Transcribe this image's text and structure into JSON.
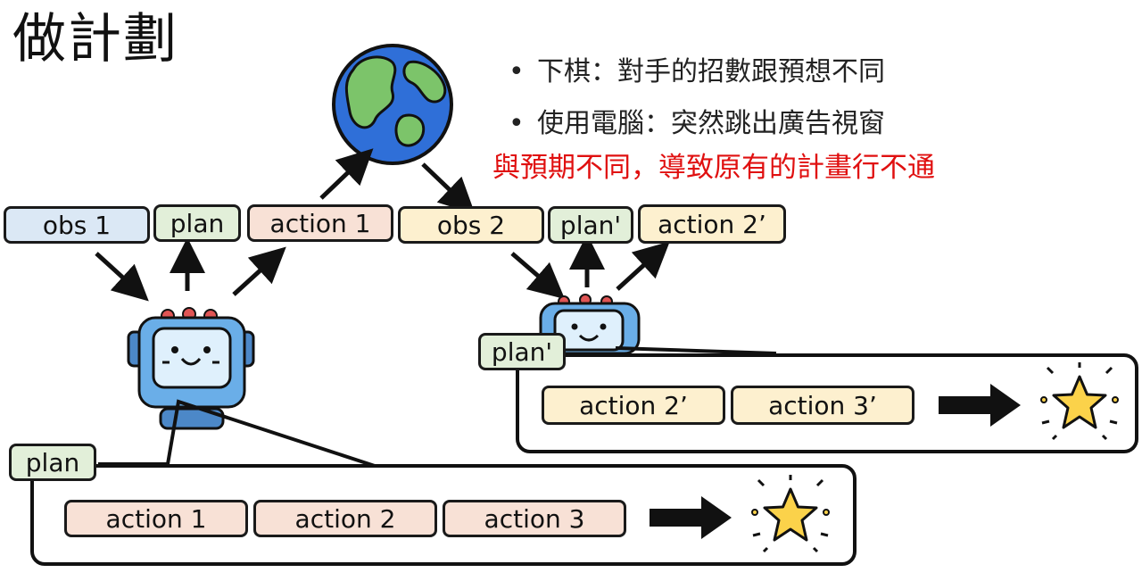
{
  "title": "做計劃",
  "bullets": [
    "下棋：對手的招數跟預想不同",
    "使用電腦：突然跳出廣告視窗"
  ],
  "highlight": "與預期不同，導致原有的計畫行不通",
  "sequence_top": {
    "obs1": "obs 1",
    "plan": "plan",
    "action1": "action 1",
    "obs2": "obs 2",
    "plan_prime": "plan'",
    "action2_prime": "action 2’"
  },
  "plan_box_1": {
    "label": "plan",
    "actions": [
      "action 1",
      "action 2",
      "action 3"
    ]
  },
  "plan_box_2": {
    "label": "plan'",
    "actions": [
      "action 2’",
      "action 3’"
    ]
  },
  "colors": {
    "obs1": "#dbe8f5",
    "plan": "#e2efd9",
    "action": "#f8e1d6",
    "obs2": "#fdf0cf",
    "highlight_text": "#e01010"
  },
  "icons": [
    "earth-icon",
    "robot-icon",
    "star-icon",
    "arrow-right-icon"
  ]
}
